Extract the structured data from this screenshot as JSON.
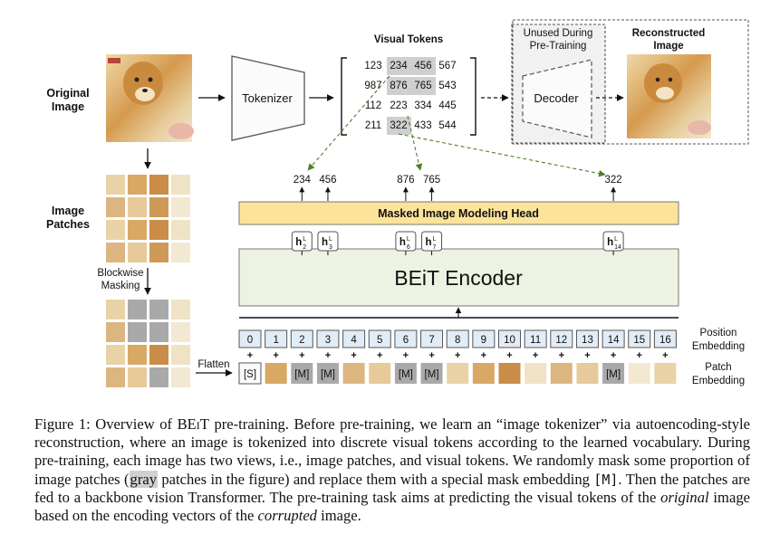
{
  "figure": {
    "original_image_label": [
      "Original",
      "Image"
    ],
    "image_patches_label": [
      "Image",
      "Patches"
    ],
    "blockwise_masking_label": [
      "Blockwise",
      "Masking"
    ],
    "flatten_label": "Flatten",
    "tokenizer_label": "Tokenizer",
    "decoder_label": "Decoder",
    "unused_label": [
      "Unused During",
      "Pre-Training"
    ],
    "reconstructed_label": [
      "Reconstructed",
      "Image"
    ],
    "visual_tokens_title": "Visual Tokens",
    "visual_tokens_grid": [
      [
        "123",
        "234",
        "456",
        "567"
      ],
      [
        "987",
        "876",
        "765",
        "543"
      ],
      [
        "112",
        "223",
        "334",
        "445"
      ],
      [
        "211",
        "322",
        "433",
        "544"
      ]
    ],
    "predicted_tokens": [
      "234",
      "456",
      "876",
      "765",
      "322"
    ],
    "mim_head_label": "Masked Image Modeling Head",
    "encoder_label": "BEiT Encoder",
    "hidden_labels": [
      {
        "base": "h",
        "sup": "L",
        "sub": "2"
      },
      {
        "base": "h",
        "sup": "L",
        "sub": "3"
      },
      {
        "base": "h",
        "sup": "L",
        "sub": "6"
      },
      {
        "base": "h",
        "sup": "L",
        "sub": "7"
      },
      {
        "base": "h",
        "sup": "L",
        "sub": "14"
      }
    ],
    "position_indices": [
      "0",
      "1",
      "2",
      "3",
      "4",
      "5",
      "6",
      "7",
      "8",
      "9",
      "10",
      "11",
      "12",
      "13",
      "14",
      "15",
      "16"
    ],
    "plus_sign": "+",
    "patch_tokens": [
      "[S]",
      "",
      "[M]",
      "[M]",
      "",
      "",
      "[M]",
      "[M]",
      "",
      "",
      "",
      "",
      "",
      "",
      "[M]",
      "",
      ""
    ],
    "position_embedding_label": [
      "Position",
      "Embedding"
    ],
    "patch_embedding_label": [
      "Patch",
      "Embedding"
    ],
    "colors": {
      "mim_head_fill": "#fce39a",
      "encoder_fill": "#ecf3e2",
      "masked_gray": "#a9a9a9",
      "position_fill": "#e1ecf6",
      "arrow_green": "#4f7f2a",
      "photo_tan": "#d8b37a"
    }
  },
  "caption": {
    "p1": "Figure 1: Overview of ",
    "beit": "BEiT",
    "p2": " pre-training. Before pre-training, we learn an “image tokenizer” via autoencoding-style reconstruction, where an image is tokenized into discrete visual tokens according to the learned vocabulary. During pre-training, each image has two views, i.e., image patches, and visual tokens. We randomly mask some proportion of image patches (",
    "gray": "gray",
    "p3": " patches in the figure) and replace them with a special mask embedding ",
    "mask": "[M]",
    "p4": ". Then the patches are fed to a backbone vision Transformer. The pre-training task aims at predicting the visual tokens of the ",
    "original": "original",
    "p5": " image based on the encoding vectors of the ",
    "corrupted": "corrupted",
    "p6": " image."
  }
}
